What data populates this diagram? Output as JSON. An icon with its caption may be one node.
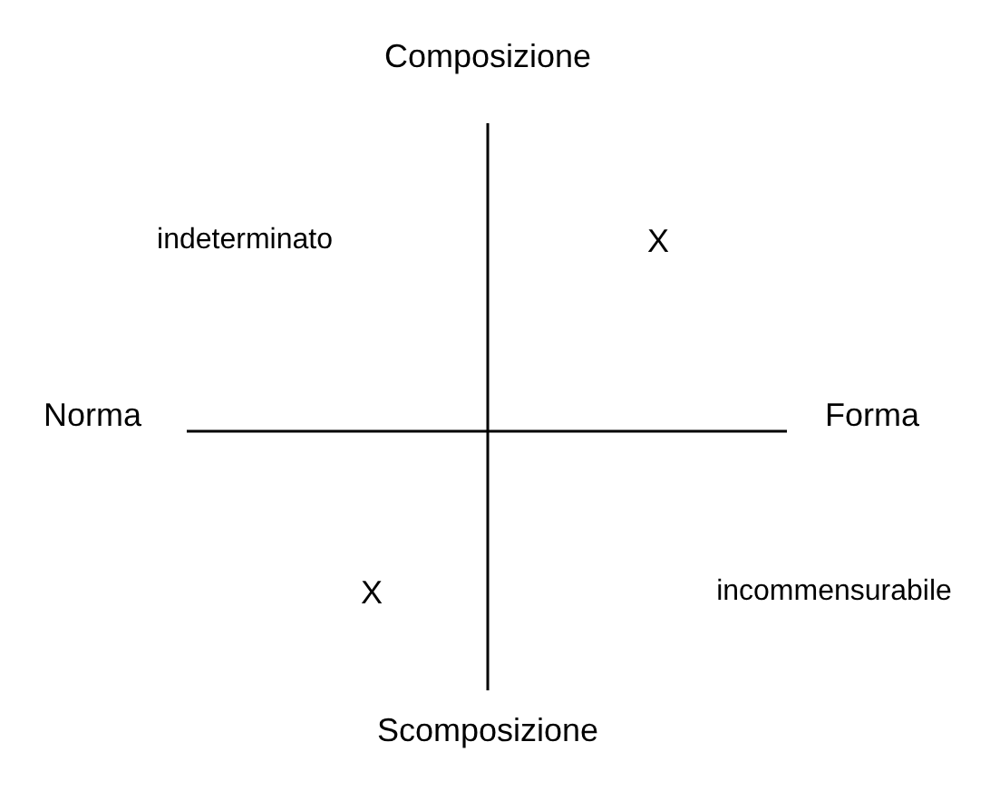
{
  "diagram": {
    "labels": [
      "Composizione",
      "indeterminato",
      "X",
      "Norma",
      "Forma",
      "X",
      "incommensurabile",
      "Scomposizione"
    ]
  }
}
